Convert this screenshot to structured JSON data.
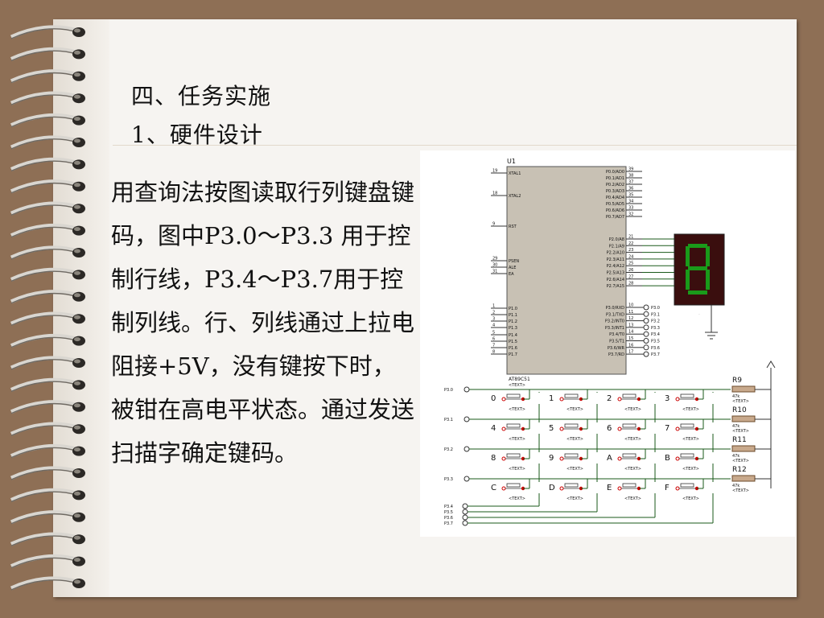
{
  "slide": {
    "section_title": "四、任务实施",
    "subsection_title": "1、硬件设计",
    "paragraph": "用查询法按图读取行列键盘键码，图中P3.0～P3.3 用于控制行线，P3.4～P3.7用于控制列线。行、列线通过上拉电阻接+5V，没有键按下时，被钳在高电平状态。通过发送扫描字确定键码。"
  },
  "schematic": {
    "chip_ref": "U1",
    "chip_model": "AT89C51",
    "chip_placeholder": "<TEXT>",
    "left_pins": [
      {
        "num": "19",
        "name": "XTAL1"
      },
      {
        "num": "18",
        "name": "XTAL2"
      },
      {
        "num": "9",
        "name": "RST"
      },
      {
        "num": "29",
        "name": "PSEN"
      },
      {
        "num": "30",
        "name": "ALE"
      },
      {
        "num": "31",
        "name": "EA"
      },
      {
        "num": "1",
        "name": "P1.0"
      },
      {
        "num": "2",
        "name": "P1.1"
      },
      {
        "num": "3",
        "name": "P1.2"
      },
      {
        "num": "4",
        "name": "P1.3"
      },
      {
        "num": "5",
        "name": "P1.4"
      },
      {
        "num": "6",
        "name": "P1.5"
      },
      {
        "num": "7",
        "name": "P1.6"
      },
      {
        "num": "8",
        "name": "P1.7"
      }
    ],
    "right_pins_p0": [
      {
        "num": "39",
        "name": "P0.0/AD0"
      },
      {
        "num": "38",
        "name": "P0.1/AD1"
      },
      {
        "num": "37",
        "name": "P0.2/AD2"
      },
      {
        "num": "36",
        "name": "P0.3/AD3"
      },
      {
        "num": "35",
        "name": "P0.4/AD4"
      },
      {
        "num": "34",
        "name": "P0.5/AD5"
      },
      {
        "num": "33",
        "name": "P0.6/AD6"
      },
      {
        "num": "32",
        "name": "P0.7/AD7"
      }
    ],
    "right_pins_p2": [
      {
        "num": "21",
        "name": "P2.0/A8"
      },
      {
        "num": "22",
        "name": "P2.1/A9"
      },
      {
        "num": "23",
        "name": "P2.2/A10"
      },
      {
        "num": "24",
        "name": "P2.3/A11"
      },
      {
        "num": "25",
        "name": "P2.4/A12"
      },
      {
        "num": "26",
        "name": "P2.5/A13"
      },
      {
        "num": "27",
        "name": "P2.6/A14"
      },
      {
        "num": "28",
        "name": "P2.7/A15"
      }
    ],
    "right_pins_p3": [
      {
        "num": "10",
        "name": "P3.0/RXD",
        "label": "P3.0"
      },
      {
        "num": "11",
        "name": "P3.1/TXD",
        "label": "P3.1"
      },
      {
        "num": "12",
        "name": "P3.2/INT0",
        "label": "P3.2"
      },
      {
        "num": "13",
        "name": "P3.3/INT1",
        "label": "P3.3"
      },
      {
        "num": "14",
        "name": "P3.4/T0",
        "label": "P3.4"
      },
      {
        "num": "15",
        "name": "P3.5/T1",
        "label": "P3.5"
      },
      {
        "num": "16",
        "name": "P3.6/WR",
        "label": "P3.6"
      },
      {
        "num": "17",
        "name": "P3.7/RD",
        "label": "P3.7"
      }
    ],
    "display_digit": "8",
    "row_labels": [
      "P3.0",
      "P3.1",
      "P3.2",
      "P3.3"
    ],
    "col_labels": [
      "P3.4",
      "P3.5",
      "P3.6",
      "P3.7"
    ],
    "keys": [
      "0",
      "1",
      "2",
      "3",
      "4",
      "5",
      "6",
      "7",
      "8",
      "9",
      "A",
      "B",
      "C",
      "D",
      "E",
      "F"
    ],
    "key_placeholder": "<TEXT>",
    "resistors": [
      {
        "ref": "R9",
        "value": "47k",
        "placeholder": "<TEXT>"
      },
      {
        "ref": "R10",
        "value": "47k",
        "placeholder": "<TEXT>"
      },
      {
        "ref": "R11",
        "value": "47k",
        "placeholder": "<TEXT>"
      },
      {
        "ref": "R12",
        "value": "47k",
        "placeholder": "<TEXT>"
      }
    ],
    "colors": {
      "chip_fill": "#c8c1b4",
      "wire": "#1a5a1a",
      "display_bg": "#3a0e0e",
      "segment_on": "#1a9a1a",
      "resistor_fill": "#c8a98c",
      "switch_contact": "#cc0000"
    }
  }
}
